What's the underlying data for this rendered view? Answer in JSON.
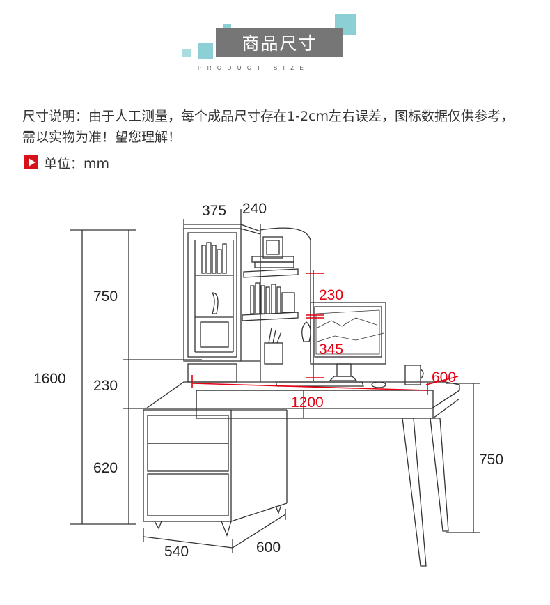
{
  "header": {
    "title": "商品尺寸",
    "subtitle": "PRODUCT SIZE",
    "accent_color": "#8ccfd4",
    "title_bg": "#767676"
  },
  "note": {
    "text": "尺寸说明：由于人工测量，每个成品尺寸存在1-2cm左右误差，图标数据仅供参考，需以实物为准！望您理解！"
  },
  "unit": {
    "icon": "play-icon",
    "label": "单位：mm"
  },
  "dimensions": {
    "bookcase_width": "375",
    "bookcase_depth": "240",
    "total_height": "1600",
    "upper_height": "750",
    "middle_height": "230",
    "lower_height": "620",
    "shelf_gap_top": "230",
    "shelf_gap_bottom": "345",
    "desk_depth": "600",
    "desk_length": "1200",
    "desk_height": "750",
    "cabinet_width": "540",
    "cabinet_depth": "600"
  },
  "colors": {
    "red_dimension": "#e60012",
    "line": "#333333"
  }
}
